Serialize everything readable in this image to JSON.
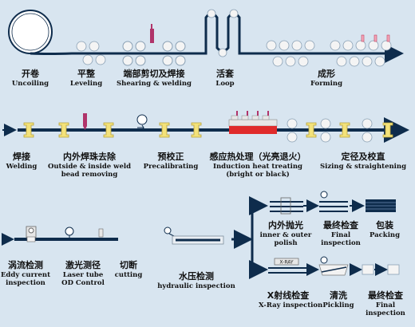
{
  "steps": {
    "uncoiling": {
      "zh": "开卷",
      "en": "Uncoiling"
    },
    "leveling": {
      "zh": "平整",
      "en": "Leveling"
    },
    "shearing": {
      "zh": "端部剪切及焊接",
      "en": "Shearing & welding"
    },
    "loop": {
      "zh": "活套",
      "en": "Loop"
    },
    "forming": {
      "zh": "成形",
      "en": "Forming"
    },
    "welding": {
      "zh": "焊接",
      "en": "Welding"
    },
    "bead": {
      "zh": "内外焊珠去除",
      "en": "Outside & inside weld",
      "en2": "bead removing"
    },
    "precal": {
      "zh": "预校正",
      "en": "Precalibrating"
    },
    "induction": {
      "zh": "感应热处理（光亮退火）",
      "en": "Induction heat treating",
      "en2": "(bright or black)"
    },
    "sizing": {
      "zh": "定径及校直",
      "en": "Sizing & straightening"
    },
    "eddy": {
      "zh": "涡流检测",
      "en": "Eddy current",
      "en2": "inspection"
    },
    "laser": {
      "zh": "激光测径",
      "en": "Laser tube",
      "en2": "OD Control"
    },
    "cutting": {
      "zh": "切断",
      "en": "cutting"
    },
    "hydraulic": {
      "zh": "水压检测",
      "en": "hydraulic inspection"
    },
    "polish": {
      "zh": "内外抛光",
      "en": "inner & outer",
      "en2": "polish"
    },
    "final1": {
      "zh": "最终检查",
      "en": "Final",
      "en2": "inspection"
    },
    "packing": {
      "zh": "包装",
      "en": "Packing"
    },
    "xray": {
      "zh": "X射线检查",
      "en": "X-Ray inspection"
    },
    "pickling": {
      "zh": "清洗",
      "en": "Pickling"
    },
    "final2": {
      "zh": "最终检查",
      "en": "Final",
      "en2": "inspection"
    }
  },
  "xray_box_text": "X-RAY",
  "colors": {
    "background": "#d8e5f0",
    "pipe": "#0e2c4c",
    "roller": "#f4f4f4",
    "weld_roller": "#f3e27a",
    "induction": "#e02b2b",
    "torch": "#b0346a"
  }
}
